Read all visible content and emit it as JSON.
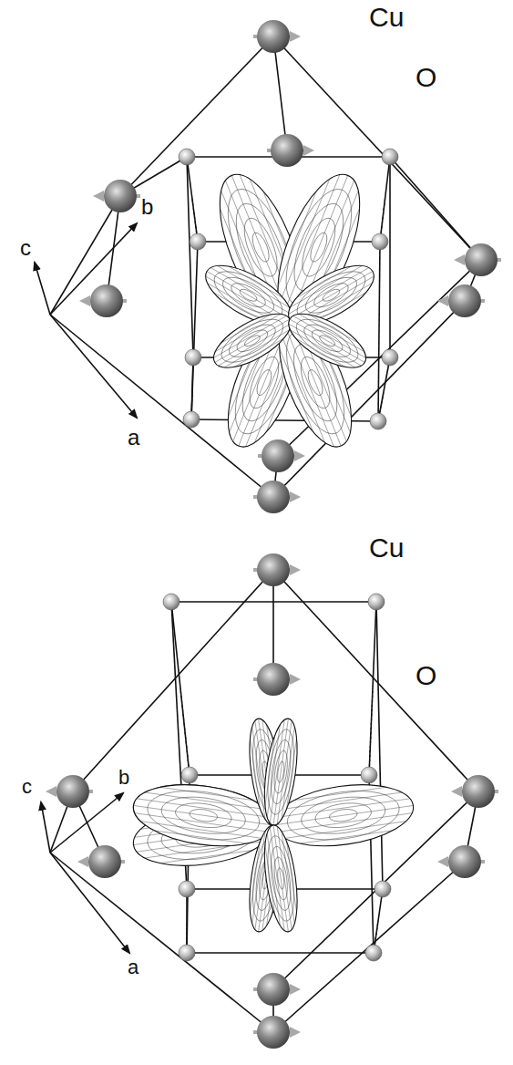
{
  "diagram": {
    "labels": [
      "Cu",
      "O",
      "c",
      "b",
      "a",
      "Cu",
      "O",
      "c",
      "b",
      "a"
    ]
  }
}
